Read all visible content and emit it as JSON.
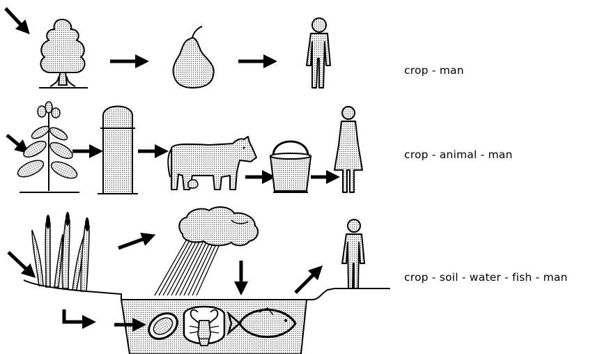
{
  "chains": [
    {
      "id": "row-1",
      "label": "crop - man",
      "steps": [
        "crop",
        "man"
      ]
    },
    {
      "id": "row-2",
      "label": "crop - animal - man",
      "steps": [
        "crop",
        "animal",
        "man"
      ]
    },
    {
      "id": "row-3",
      "label": "crop - soil - water - fish - man",
      "steps": [
        "crop",
        "soil",
        "water",
        "fish",
        "man"
      ]
    }
  ],
  "icons": {
    "row-1": [
      "tree-icon",
      "pear-icon",
      "man-icon"
    ],
    "row-2": [
      "leafy-plant-icon",
      "silo-icon",
      "cow-icon",
      "milk-pail-icon",
      "woman-icon"
    ],
    "row-3": [
      "reed-plants-icon",
      "rain-cloud-icon",
      "pond-icon",
      "mussel-icon",
      "crayfish-icon",
      "fish-icon",
      "man-icon"
    ]
  },
  "colors": {
    "ink": "#000000",
    "fill": "#c9c9c9",
    "background": "#ffffff"
  }
}
